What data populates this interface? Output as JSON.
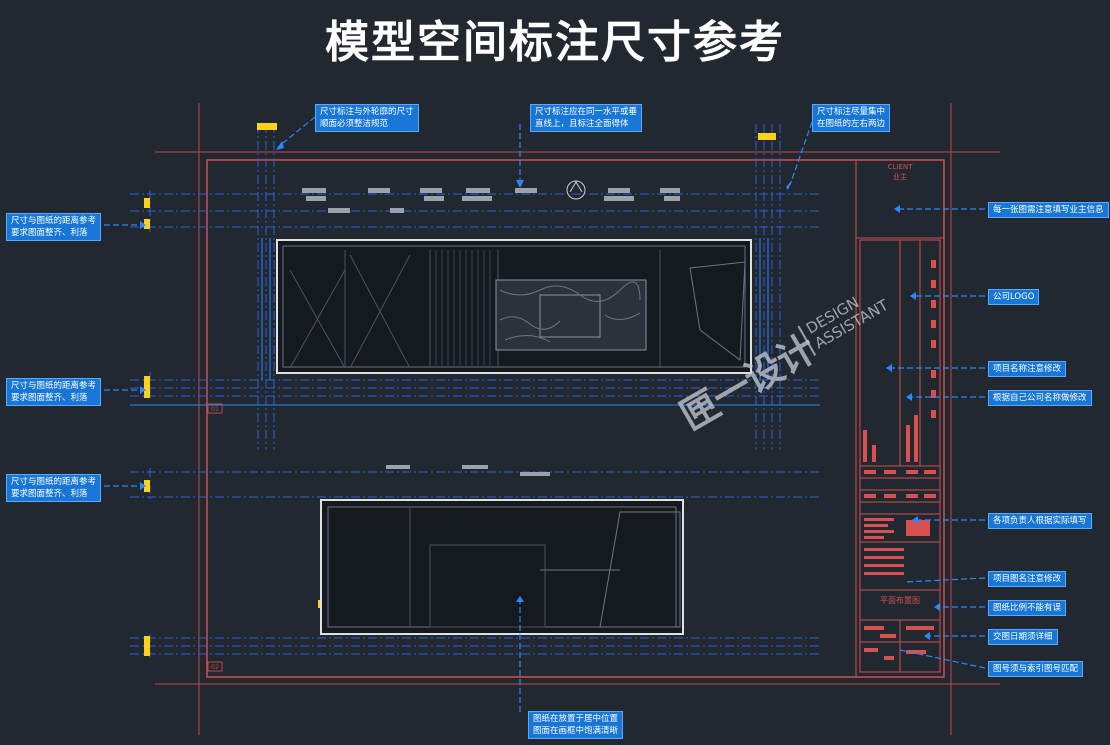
{
  "title": "模型空间标注尺寸参考",
  "callouts": {
    "top_left": [
      "尺寸标注与外轮廓的尺寸",
      "顺面必须整洁规范"
    ],
    "top_mid": [
      "尺寸标注应在同一水平或垂",
      "直线上，且标注全面得体"
    ],
    "top_right": [
      "尺寸标注尽量集中",
      "在图纸的左右两边"
    ],
    "left_1": [
      "尺寸与图纸的距离参考",
      "要求图面整齐、利落"
    ],
    "left_2": [
      "尺寸与图纸的距离参考",
      "要求图面整齐、利落"
    ],
    "left_3": [
      "尺寸与图纸的距离参考",
      "要求图面整齐、利落"
    ],
    "right_1": "每一张图需注意填写业主信息",
    "right_2": "公司LOGO",
    "right_3": "项目名称注意修改",
    "right_4": "根据自己公司名称做修改",
    "right_5": "各项负责人根据实际填写",
    "right_6": "项目图名注意修改",
    "right_7": "图纸比例不能有误",
    "right_8": "交图日期须详细",
    "right_9": "图号须与索引图号匹配",
    "bottom": [
      "图纸在放置于居中位置",
      "图面在画框中饱满清晰"
    ]
  },
  "sheet": {
    "client_en": "CLIENT",
    "client_cn": "业主",
    "drawing_name": "平面布置图",
    "view_1": "01",
    "view_2": "02"
  },
  "watermark": {
    "brand_cn": "匣一设计",
    "brand_en_1": "DESIGN",
    "brand_en_2": "ASSISTANT"
  },
  "colors": {
    "background": "#212830",
    "frame": "#d05050",
    "dimension_line": "#2f5fd8",
    "extension_line": "#2a88ff",
    "callout_fill": "#1877d6",
    "highlight": "#ffd21a"
  }
}
